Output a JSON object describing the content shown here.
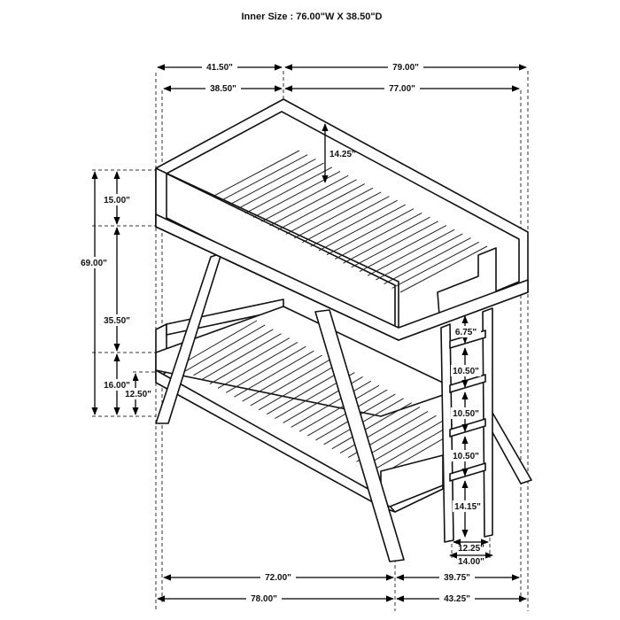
{
  "header": {
    "inner_size": "Inner Size : 76.00\"W X 38.50\"D"
  },
  "dimensions": {
    "top_outer_depth": "41.50\"",
    "top_outer_length": "79.00\"",
    "top_inner_depth": "38.50\"",
    "top_inner_length": "77.00\"",
    "guardrail_height": "14.25\"",
    "overall_height": "69.00\"",
    "upper_panel_height": "15.00\"",
    "bunk_clearance": "35.50\"",
    "lower_rail_height": "16.00\"",
    "lower_deck_height": "12.50\"",
    "ladder_top_step": "6.75\"",
    "ladder_step_1": "10.50\"",
    "ladder_step_2": "10.50\"",
    "ladder_step_3": "10.50\"",
    "ladder_bottom": "14.15\"",
    "ladder_inner_width": "12.25\"",
    "ladder_outer_width": "14.00\"",
    "bottom_inner_length": "72.00\"",
    "bottom_inner_depth": "39.75\"",
    "bottom_outer_length": "78.00\"",
    "bottom_outer_depth": "43.25\""
  }
}
